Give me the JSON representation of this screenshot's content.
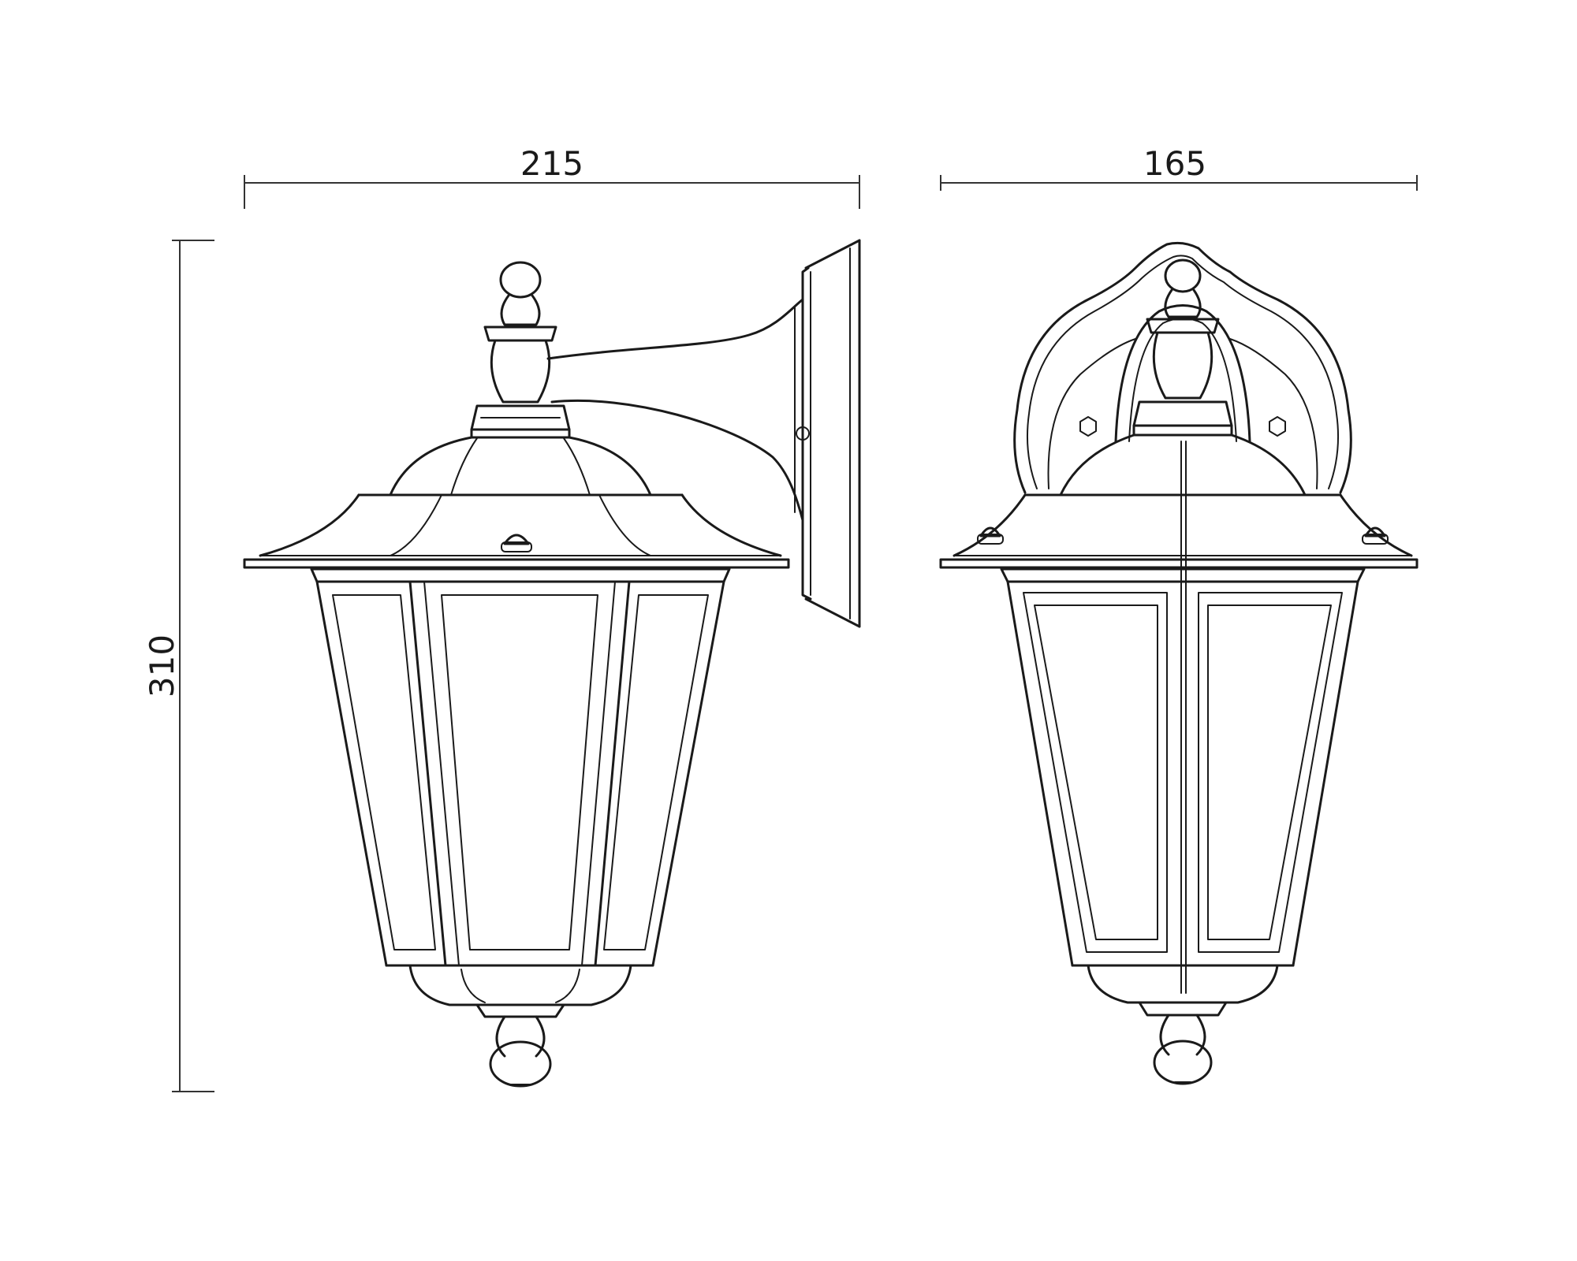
{
  "dimensions": {
    "front_width": "215",
    "side_width": "165",
    "height": "310"
  },
  "colors": {
    "line": "#1a1a1a",
    "background": "#ffffff"
  }
}
